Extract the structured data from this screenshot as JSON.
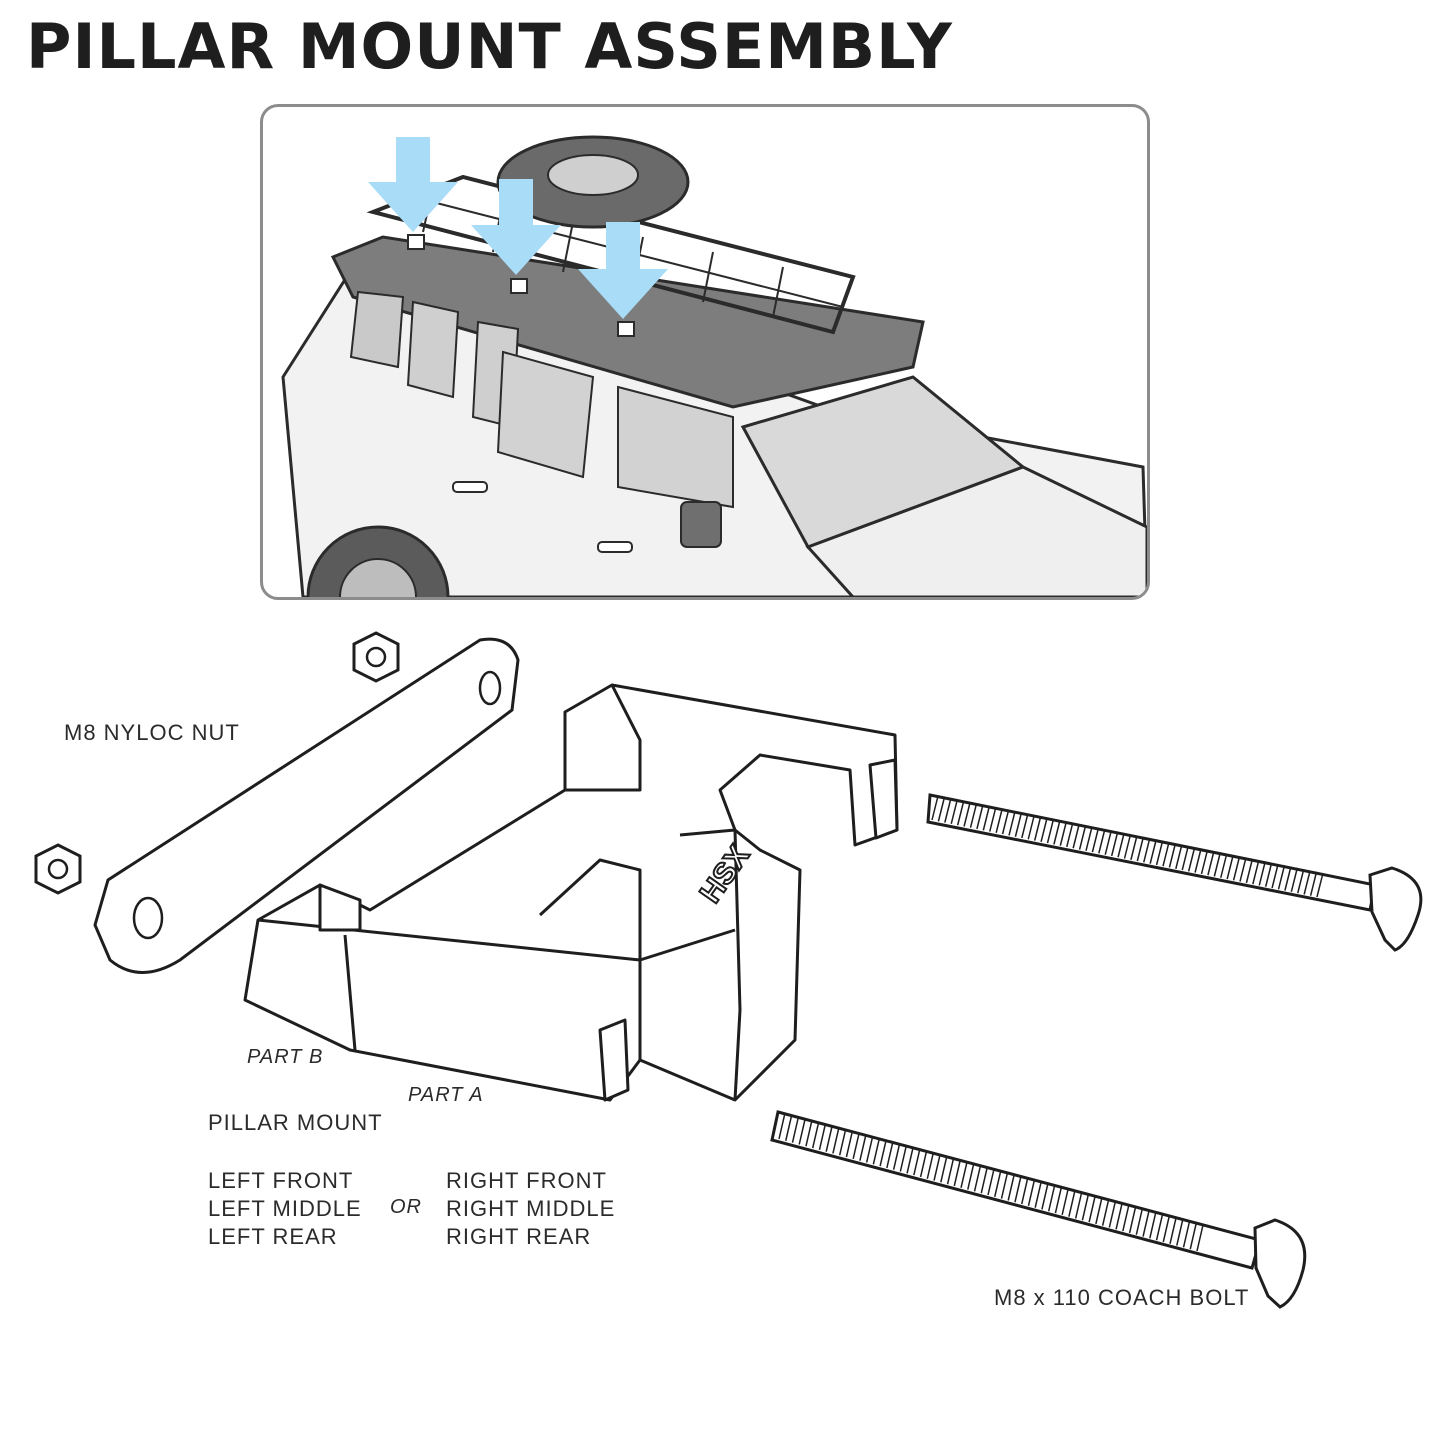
{
  "title": "PILLAR MOUNT ASSEMBLY",
  "colors": {
    "arrow": "#a8dcf7",
    "frame": "#8c8c8c",
    "ink": "#1e1e1e"
  },
  "arrows": {
    "count": 3
  },
  "parts": {
    "nut": "M8 NYLOC NUT",
    "plate_logo": "HSX",
    "part_b": "PART B",
    "part_a": "PART A",
    "pillar_mount": "PILLAR MOUNT",
    "left_options": [
      "LEFT FRONT",
      "LEFT MIDDLE",
      "LEFT REAR"
    ],
    "or": "OR",
    "right_options": [
      "RIGHT FRONT",
      "RIGHT MIDDLE",
      "RIGHT REAR"
    ],
    "bolt": "M8 x 110 COACH BOLT"
  }
}
